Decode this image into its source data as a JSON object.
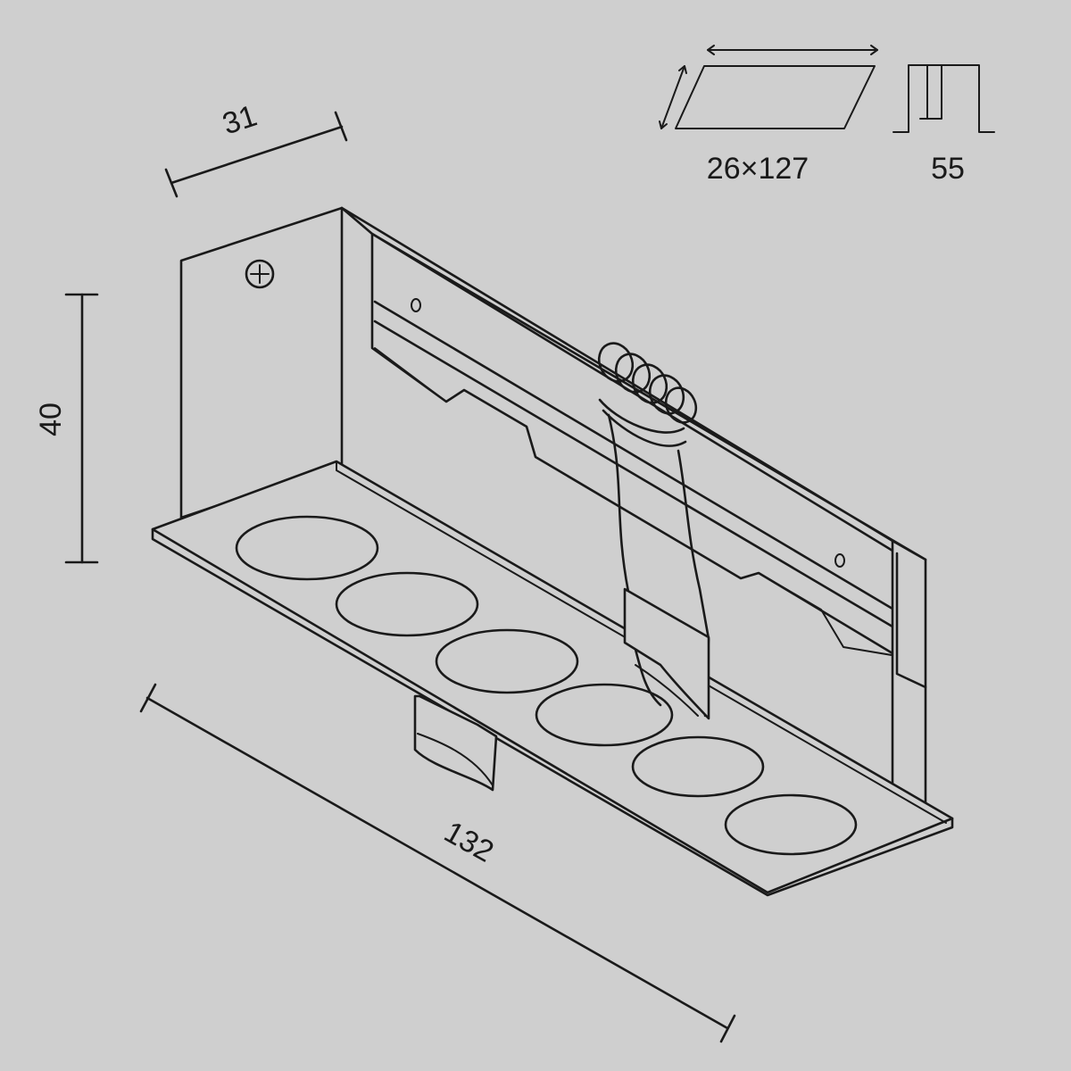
{
  "dimensions": {
    "depth": "31",
    "height": "40",
    "length": "132"
  },
  "cutout": {
    "size_label": "26×127",
    "depth_label": "55"
  }
}
